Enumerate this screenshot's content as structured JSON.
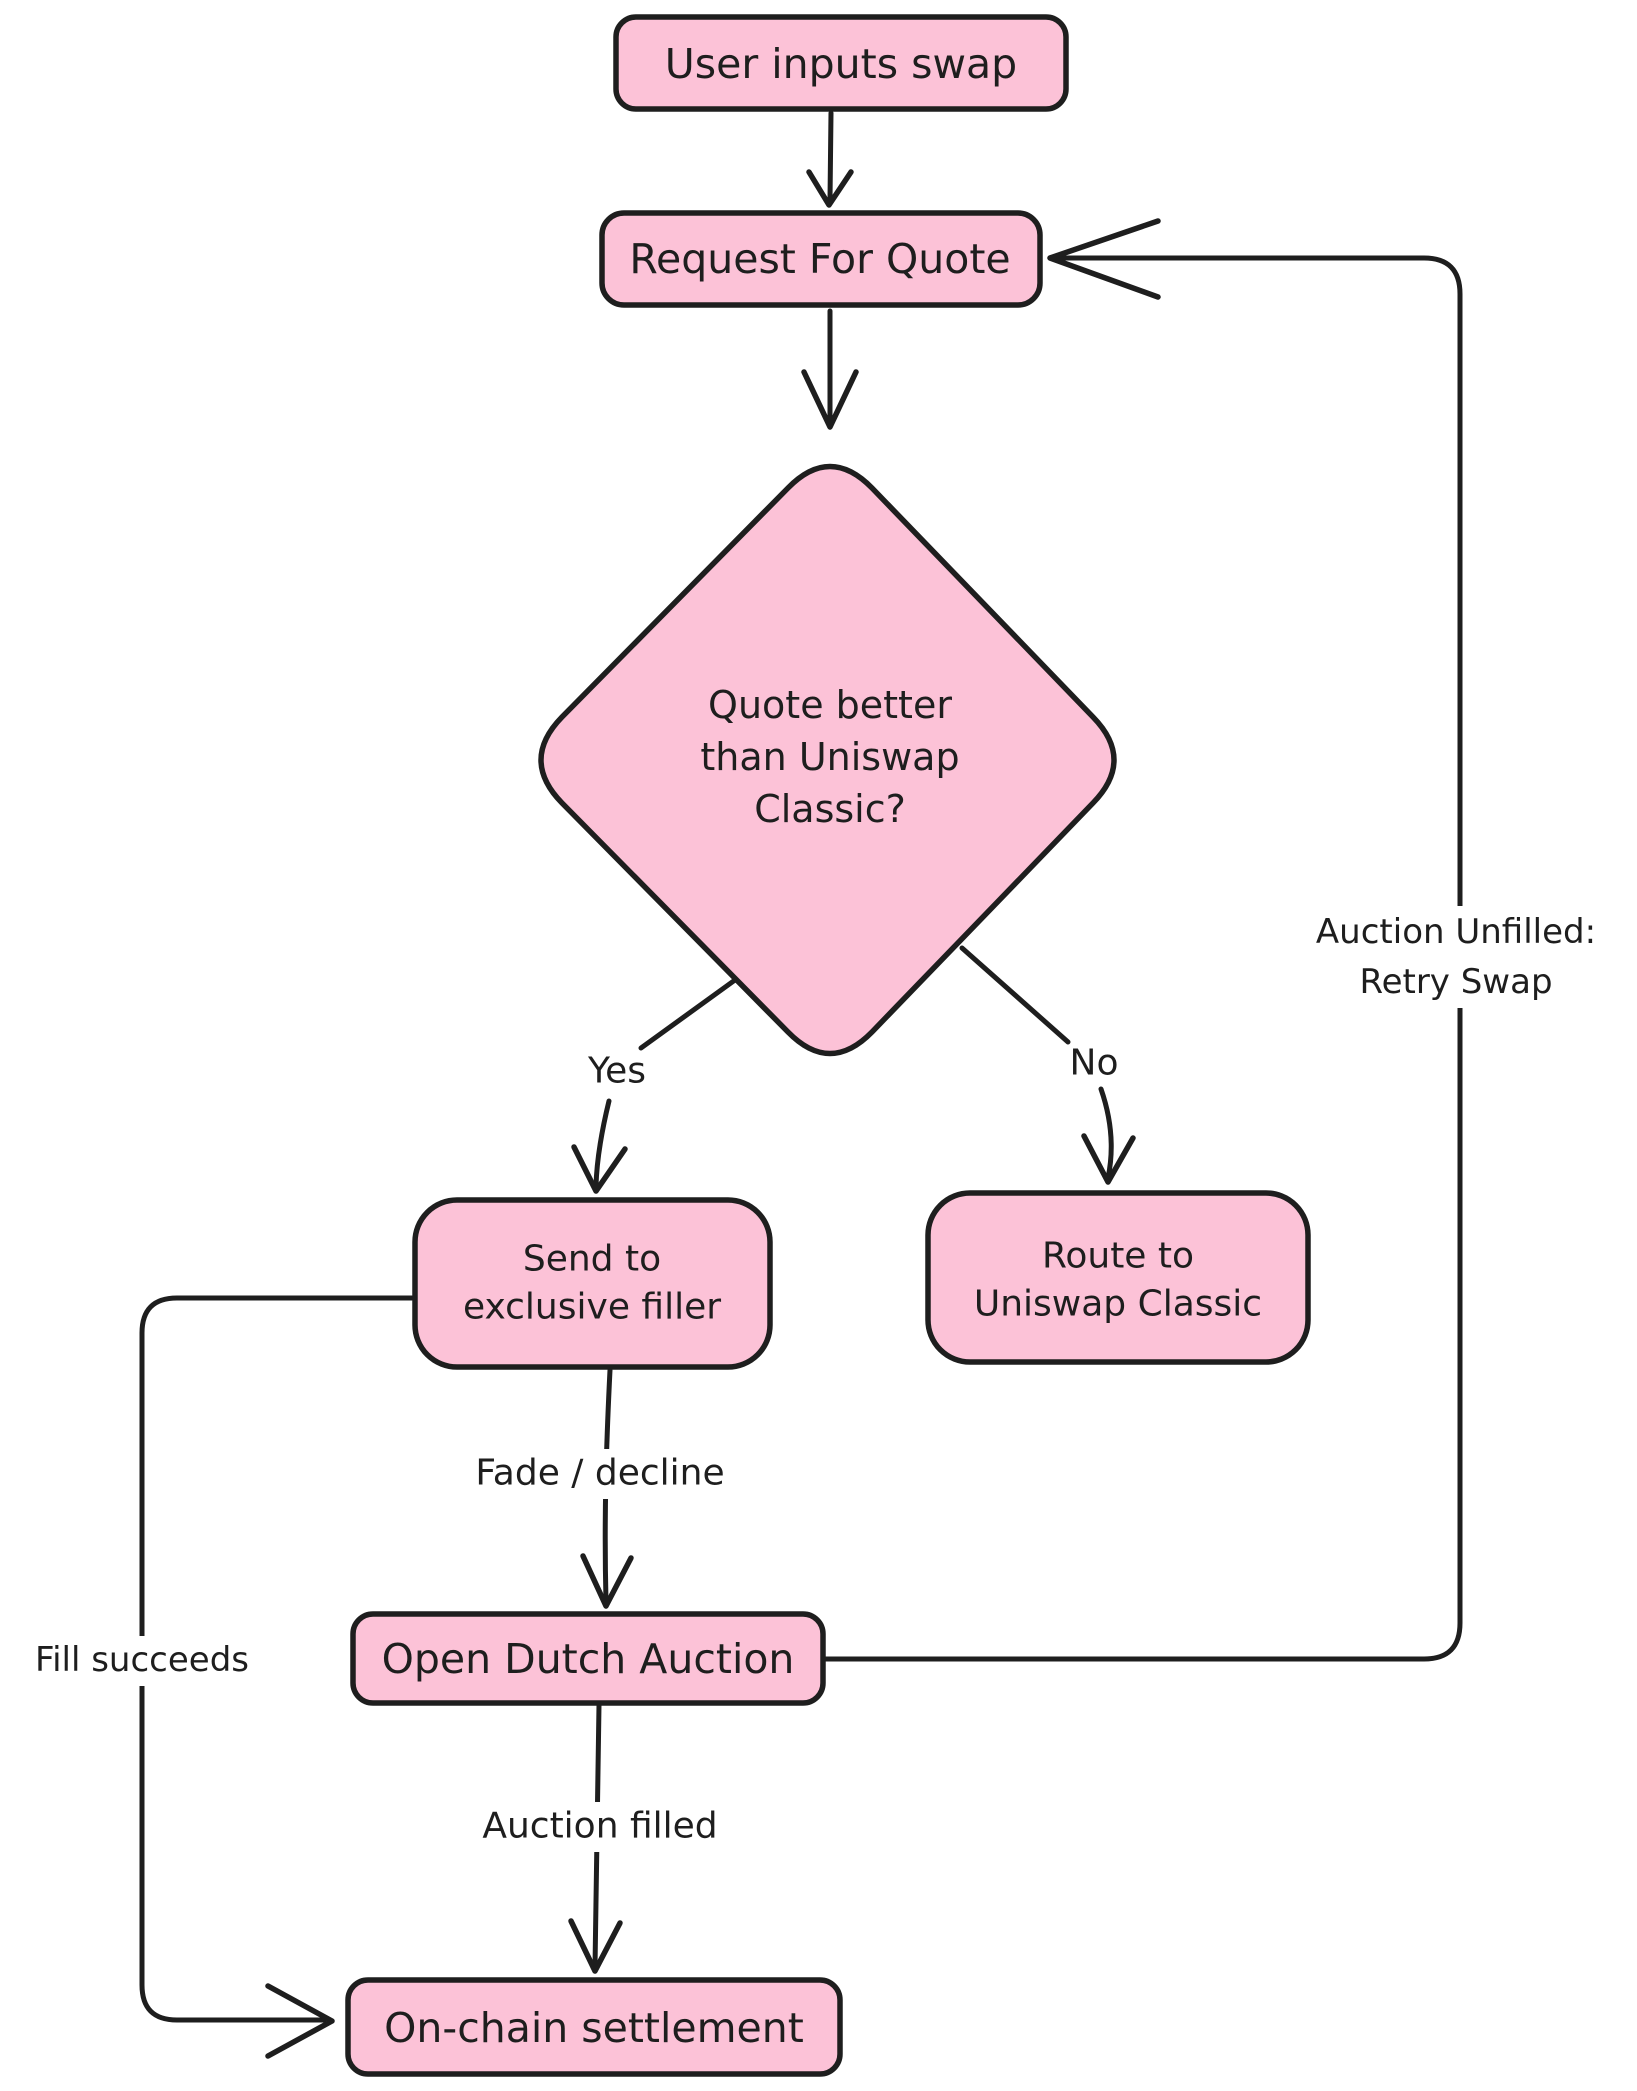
{
  "diagram": {
    "title": "Swap routing flowchart",
    "style": "hand-drawn flowchart",
    "colors": {
      "node_fill": "#fcc2d7",
      "stroke": "#1e1e1e",
      "text": "#1e1e1e",
      "background": "#ffffff"
    },
    "nodes": [
      {
        "id": "user-inputs-swap",
        "shape": "rounded-rectangle",
        "label": "User inputs swap"
      },
      {
        "id": "request-for-quote",
        "shape": "rounded-rectangle",
        "label": "Request For Quote"
      },
      {
        "id": "quote-better-than-uniswap-classic",
        "shape": "diamond",
        "label": "Quote better than Uniswap Classic?",
        "lines": [
          "Quote better",
          "than Uniswap",
          "Classic?"
        ]
      },
      {
        "id": "send-to-exclusive-filler",
        "shape": "rounded-rectangle",
        "label": "Send to exclusive filler",
        "lines": [
          "Send to",
          "exclusive filler"
        ]
      },
      {
        "id": "route-to-uniswap-classic",
        "shape": "rounded-rectangle",
        "label": "Route to Uniswap Classic",
        "lines": [
          "Route to",
          "Uniswap Classic"
        ]
      },
      {
        "id": "open-dutch-auction",
        "shape": "rounded-rectangle",
        "label": "Open Dutch Auction"
      },
      {
        "id": "on-chain-settlement",
        "shape": "rounded-rectangle",
        "label": "On-chain settlement"
      }
    ],
    "edges": [
      {
        "from": "user-inputs-swap",
        "to": "request-for-quote",
        "label": ""
      },
      {
        "from": "request-for-quote",
        "to": "quote-better-than-uniswap-classic",
        "label": ""
      },
      {
        "from": "quote-better-than-uniswap-classic",
        "to": "send-to-exclusive-filler",
        "label": "Yes"
      },
      {
        "from": "quote-better-than-uniswap-classic",
        "to": "route-to-uniswap-classic",
        "label": "No"
      },
      {
        "from": "send-to-exclusive-filler",
        "to": "open-dutch-auction",
        "label": "Fade / decline"
      },
      {
        "from": "open-dutch-auction",
        "to": "on-chain-settlement",
        "label": "Auction filled"
      },
      {
        "from": "send-to-exclusive-filler",
        "to": "on-chain-settlement",
        "label": "Fill succeeds"
      },
      {
        "from": "open-dutch-auction",
        "to": "request-for-quote",
        "label": "Auction Unfilled: Retry Swap",
        "lines": [
          "Auction Unfilled:",
          "Retry Swap"
        ]
      }
    ]
  }
}
